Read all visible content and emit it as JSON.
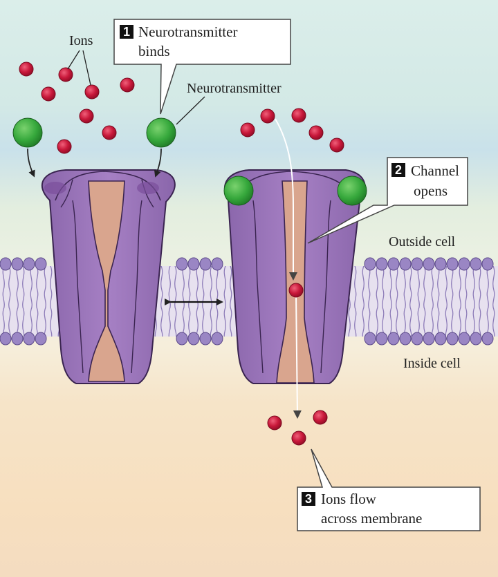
{
  "labels": {
    "ions": "Ions",
    "neurotransmitter": "Neurotransmitter",
    "outside_cell": "Outside cell",
    "inside_cell": "Inside cell"
  },
  "steps": [
    {
      "number": "1",
      "lines": [
        "Neurotransmitter",
        "binds"
      ]
    },
    {
      "number": "2",
      "lines": [
        "Channel",
        "opens"
      ]
    },
    {
      "number": "3",
      "lines": [
        "Ions flow",
        "across membrane"
      ]
    }
  ],
  "colors": {
    "ion": "#c8183a",
    "neurotransmitter": "#36a83c",
    "channel": "#9a74b8",
    "channel_edge": "#3a2450",
    "pore": "#d9a58e",
    "membrane_head": "#9a86c4",
    "extracellular_top": "#d9ecea",
    "extracellular_band": "#cfe3ea",
    "intracellular": "#f4e3c7"
  },
  "icons": [
    "double-arrow-icon",
    "arrow-icon"
  ]
}
